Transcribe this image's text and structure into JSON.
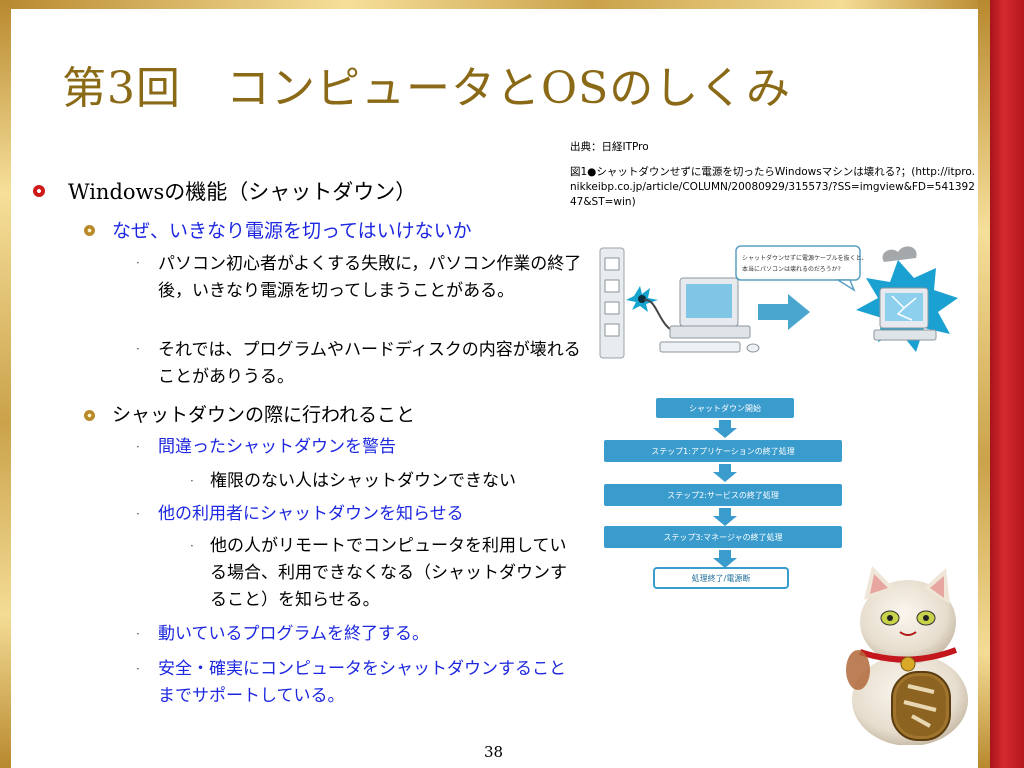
{
  "title": "第3回　コンピュータとOSのしくみ",
  "credit": {
    "source": "出典：日経ITPro",
    "caption": "図1●シャットダウンせずに電源を切ったらWindowsマシンは壊れる?；(http://itpro.nikkeibp.co.jp/article/COLUMN/20080929/315573/?SS=imgview&FD=54139247&ST=win)"
  },
  "outline": {
    "main": "Windowsの機能（シャットダウン）",
    "why": {
      "heading": "なぜ、いきなり電源を切ってはいけないか",
      "points": [
        "パソコン初心者がよくする失敗に，パソコン作業の終了後，いきなり電源を切ってしまうことがある。",
        "それでは、プログラムやハードディスクの内容が壊れることがありうる。"
      ]
    },
    "during": {
      "heading": "シャットダウンの際に行われること",
      "warn": "間違ったシャットダウンを警告",
      "warn_sub": "権限のない人はシャットダウンできない",
      "notify": "他の利用者にシャットダウンを知らせる",
      "notify_sub": "他の人がリモートでコンピュータを利用している場合、利用できなくなる（シャットダウンすること）を知らせる。",
      "end_programs": "動いているプログラムを終了する。",
      "support": "安全・確実にコンピュータをシャットダウンすることまでサポートしている。"
    }
  },
  "diagram": {
    "bubble": [
      "シャットダウンせずに電源ケーブルを抜くと、",
      "本当にパソコンは壊れるのだろうか?"
    ]
  },
  "flowchart": {
    "steps": [
      "シャットダウン開始",
      "ステップ1:アプリケーションの終了処理",
      "ステップ2:サービスの終了処理",
      "ステップ3:マネージャの終了処理",
      "処理終了/電源断"
    ]
  },
  "page_number": "38",
  "colors": {
    "title": "#8a6a17",
    "accent_blue": "#1d28e0",
    "frame_red": "#c01f24",
    "frame_gold": "#d9b45a"
  }
}
